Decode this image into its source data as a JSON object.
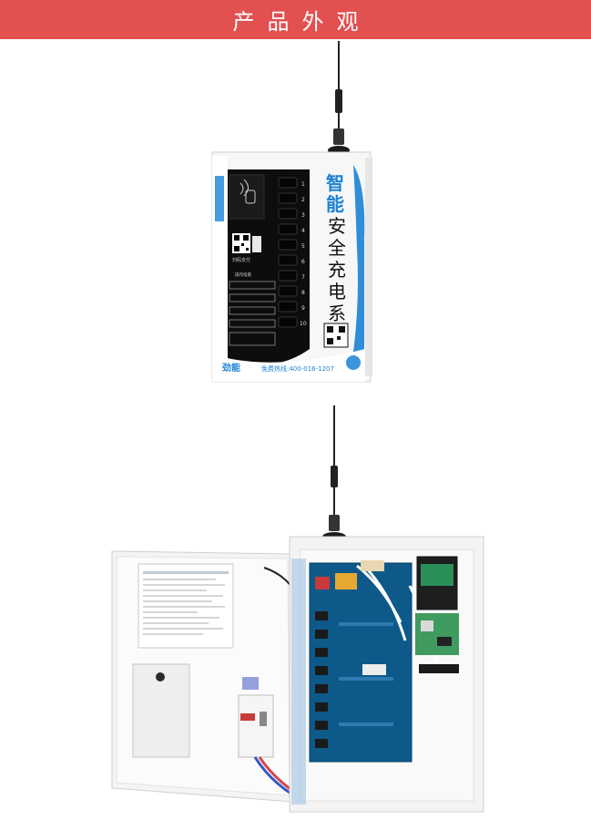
{
  "header": {
    "title": "产品外观"
  },
  "device_front": {
    "brand_logo": "劲能",
    "hotline": "免费热线:400-016-1207",
    "side_title_chars": [
      "智",
      "能",
      "安",
      "全",
      "充",
      "电",
      "系",
      "统"
    ],
    "scan_label": "扫码支付",
    "guide_title": "操作指南",
    "port_numbers": [
      "1",
      "2",
      "3",
      "4",
      "5",
      "6",
      "7",
      "8",
      "9",
      "10"
    ],
    "accent_color": "#1a82d4",
    "panel_color": "#0d0d0d"
  },
  "device_open": {
    "panel_color": "#0d5a8a",
    "case_color": "#f3f3f3"
  }
}
